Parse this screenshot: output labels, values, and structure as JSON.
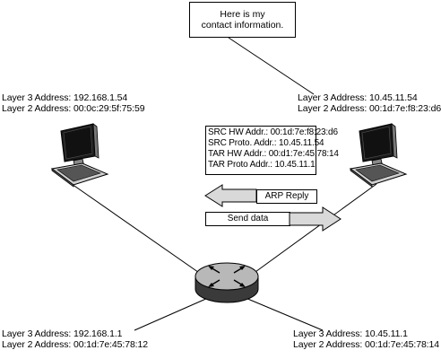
{
  "bubble": {
    "lines": [
      "Here is my",
      "contact information."
    ]
  },
  "host_left": {
    "l3": "Layer 3 Address: 192.168.1.54",
    "l2": "Layer 2 Address: 00:0c:29:5f:75:59"
  },
  "host_right": {
    "l3": "Layer 3 Address: 10.45.11.54",
    "l2": "Layer 2 Address: 00:1d:7e:f8:23:d6"
  },
  "router_left": {
    "l3": "Layer 3 Address: 192.168.1.1",
    "l2": "Layer 2 Address: 00:1d:7e:45:78:12"
  },
  "router_right": {
    "l3": "Layer 3 Address: 10.45.11.1",
    "l2": "Layer 2 Address: 00:1d:7e:45:78:14"
  },
  "arp_packet": {
    "lines": [
      "SRC HW Addr.: 00:1d:7e:f8:23:d6",
      "SRC Proto. Addr.: 10.45.11.54",
      "TAR HW Addr.: 00:d1:7e:45:78:14",
      "TAR Proto Addr.: 10.45.11.1"
    ]
  },
  "arp_reply_label": "ARP Reply",
  "send_data_label": "Send data",
  "icons": [
    "desktop-computer-icon",
    "router-icon"
  ]
}
